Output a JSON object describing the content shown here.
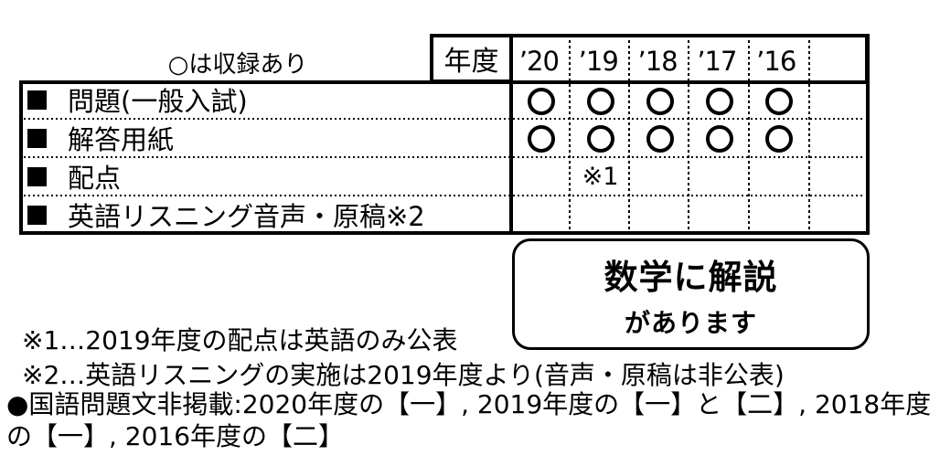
{
  "legend": "○は収録あり",
  "table": {
    "year_header_label": "年度",
    "years": [
      "’20",
      "’19",
      "’18",
      "’17",
      "’16",
      ""
    ],
    "rows": [
      {
        "label": "問題(一般入試)",
        "cells": [
          "○",
          "○",
          "○",
          "○",
          "○",
          ""
        ]
      },
      {
        "label": "解答用紙",
        "cells": [
          "○",
          "○",
          "○",
          "○",
          "○",
          ""
        ]
      },
      {
        "label": "配点",
        "cells": [
          "",
          "※1",
          "",
          "",
          "",
          ""
        ]
      },
      {
        "label": "英語リスニング音声・原稿※2",
        "cells": [
          "",
          "",
          "",
          "",
          "",
          ""
        ]
      }
    ]
  },
  "callout": {
    "line1": "数学に解説",
    "line2": "があります"
  },
  "footnotes": {
    "note1": "※1…2019年度の配点は英語のみ公表",
    "note2": "※2…英語リスニングの実施は2019年度より(音声・原稿は非公表)",
    "note3": "●国語問題文非掲載:2020年度の【一】, 2019年度の【一】と【二】, 2018年度の【一】, 2016年度の【二】"
  },
  "colors": {
    "ink": "#000000",
    "paper": "#ffffff"
  }
}
